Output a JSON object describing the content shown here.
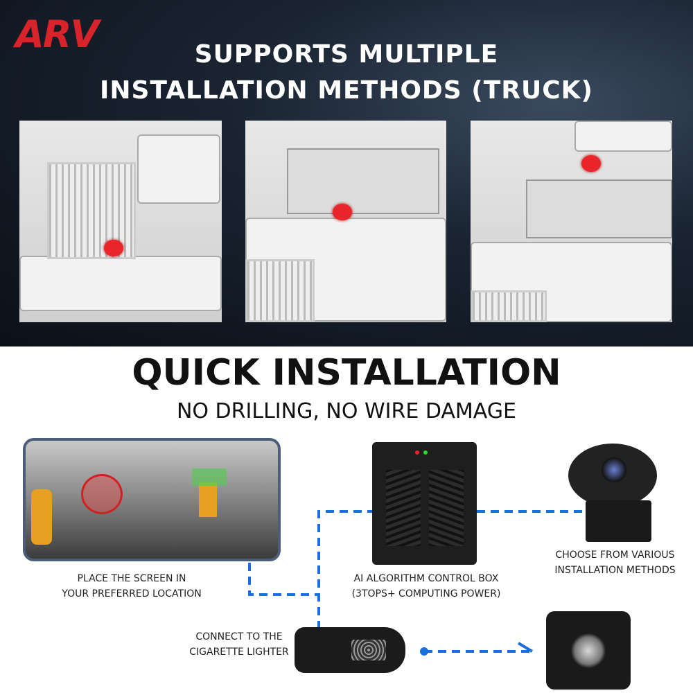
{
  "brand": {
    "logo": "ARV",
    "color": "#d8232a"
  },
  "header": {
    "title_line1": "SUPPORTS MULTIPLE",
    "title_line2": "INSTALLATION METHODS (TRUCK)"
  },
  "panels": [
    {
      "mount": "grille"
    },
    {
      "mount": "windshield-bottom"
    },
    {
      "mount": "roof"
    }
  ],
  "section": {
    "title": "QUICK INSTALLATION",
    "subtitle": "NO DRILLING, NO WIRE DAMAGE"
  },
  "components": {
    "screen_label_1": "PLACE THE SCREEN IN",
    "screen_label_2": "YOUR PREFERRED LOCATION",
    "box_label_1": "AI ALGORITHM CONTROL BOX",
    "box_label_2": "(3TOPS+ COMPUTING POWER)",
    "camera_label_1": "CHOOSE FROM VARIOUS",
    "camera_label_2": "INSTALLATION METHODS",
    "lighter_label_1": "CONNECT TO THE",
    "lighter_label_2": "CIGARETTE LIGHTER"
  },
  "colors": {
    "dash": "#1a6fe0",
    "dot": "#e8252a"
  }
}
